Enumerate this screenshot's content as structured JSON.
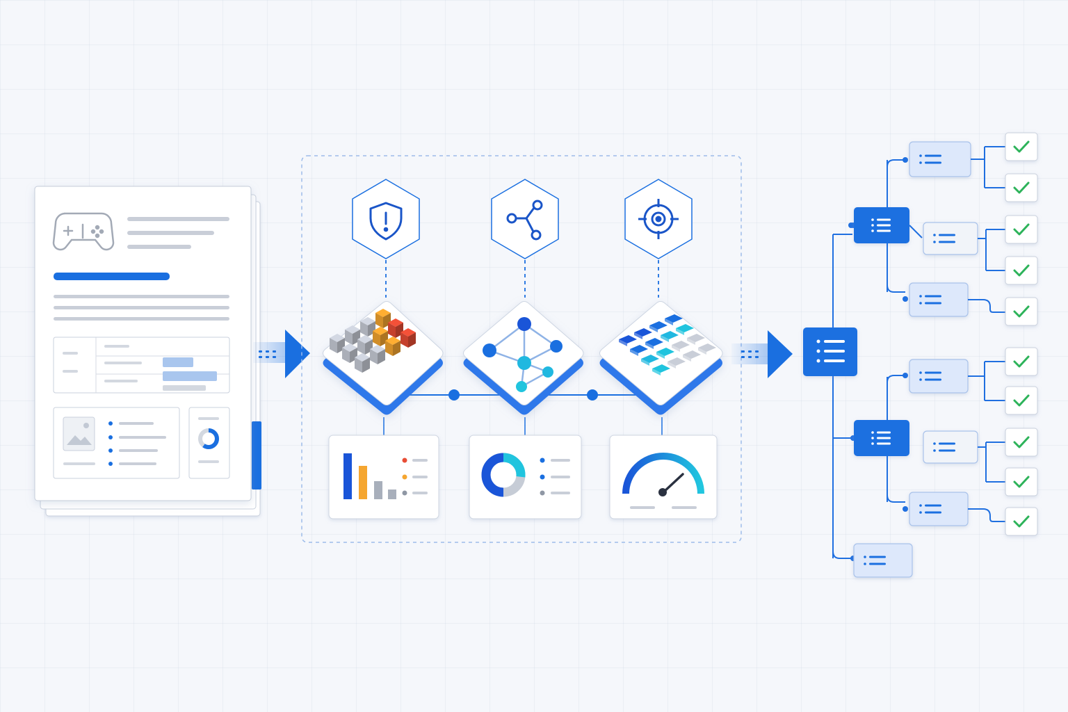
{
  "colors": {
    "accent": "#1a6fe0",
    "accent_light": "#dfe9fb",
    "line": "#1f6fe0",
    "teal": "#20c4de",
    "orange": "#f5a630",
    "red": "#e84d35",
    "green": "#2db35a",
    "gray": "#c9ced8",
    "panel_border": "#cfd6e2"
  },
  "document": {
    "icon": "gamepad-icon",
    "image_icon": "image-placeholder-icon",
    "donut_icon": "donut-chart-icon"
  },
  "analysis": {
    "top_icons": [
      "shield-alert-icon",
      "share-network-icon",
      "target-crosshair-icon"
    ],
    "tiles": [
      "heatmap-cubes-icon",
      "node-graph-icon",
      "grid-matrix-icon"
    ],
    "cards": [
      "bar-chart-card",
      "donut-chart-card",
      "gauge-card"
    ]
  },
  "tree": {
    "root_icon": "list-icon",
    "branches": 3,
    "leaf_icon": "checkmark-icon"
  }
}
